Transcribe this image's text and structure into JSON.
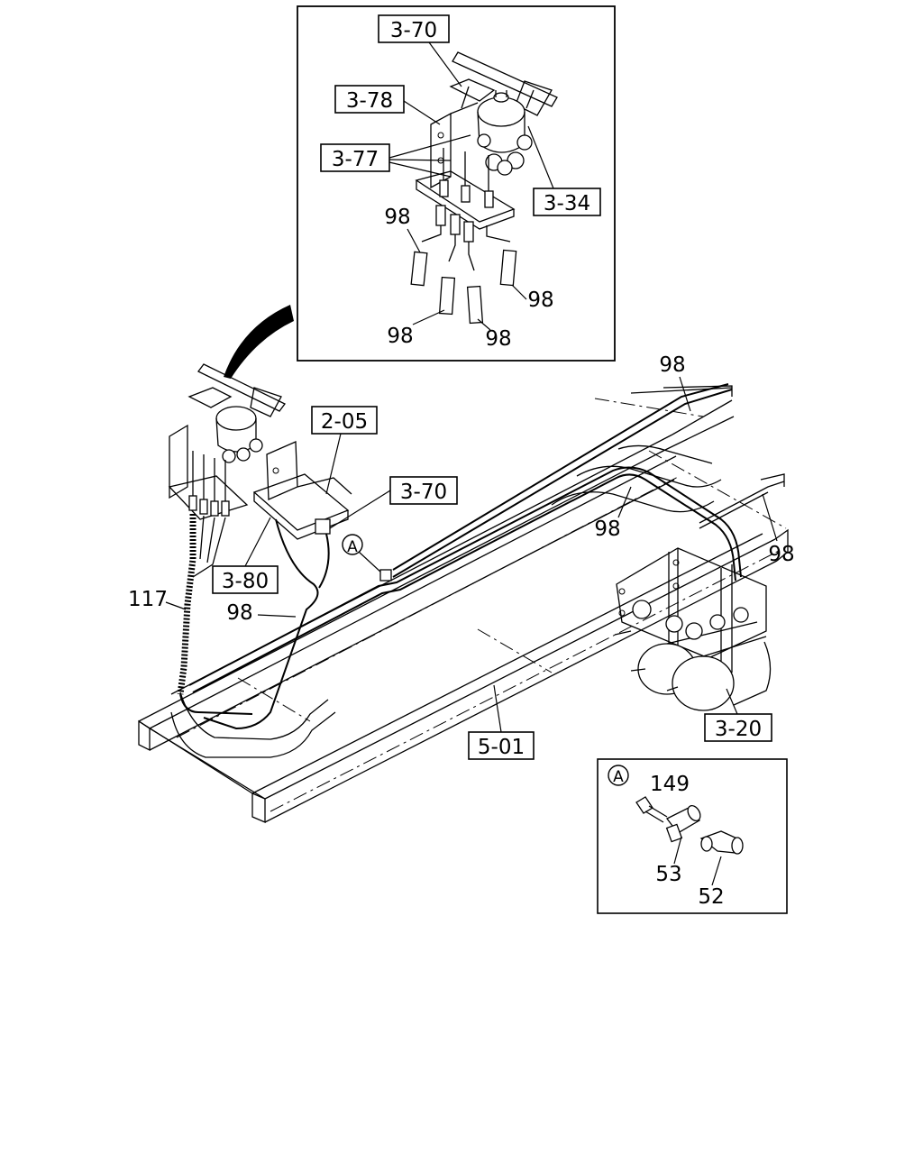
{
  "callouts": {
    "ref_3_70_top": "3-70",
    "ref_3_78": "3-78",
    "ref_3_77": "3-77",
    "ref_3_34": "3-34",
    "ref_2_05": "2-05",
    "ref_3_70_mid": "3-70",
    "ref_3_80": "3-80",
    "ref_3_20": "3-20",
    "ref_5_01": "5-01"
  },
  "numbers": {
    "p98_inset_a": "98",
    "p98_inset_b": "98",
    "p98_inset_c": "98",
    "p98_inset_d": "98",
    "p98_frame_top": "98",
    "p98_frame_mid": "98",
    "p98_frame_right": "98",
    "p98_hose": "98",
    "p117": "117"
  },
  "detail_a": {
    "marker": "A",
    "p149": "149",
    "p53": "53",
    "p52": "52"
  }
}
